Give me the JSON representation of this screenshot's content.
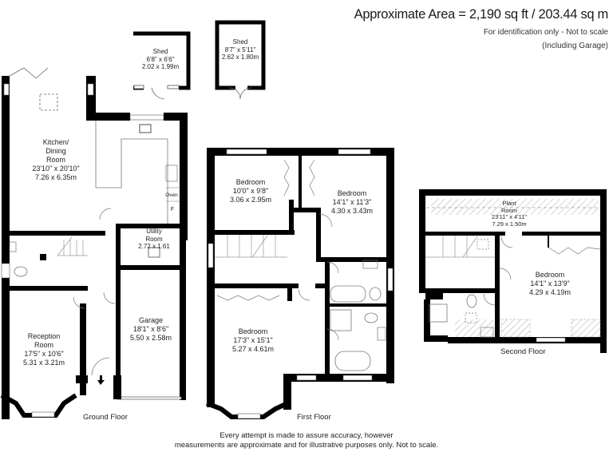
{
  "header": {
    "approximate_area": "Approximate Area = 2,190 sq ft / 203.44 sq m",
    "identification_note": "For identification only - Not to scale",
    "including_note": "(Including Garage)"
  },
  "floors": {
    "ground": {
      "label": "Ground Floor",
      "rooms": {
        "shed1": {
          "name": "Shed",
          "imperial": "6'8\" x 6'6\"",
          "metric": "2.02 x 1.99m"
        },
        "kitchen": {
          "name_line1": "Kitchen/",
          "name_line2": "Dining",
          "name_line3": "Room",
          "imperial": "23'10\" x 20'10\"",
          "metric": "7.26 x 6.35m"
        },
        "utility": {
          "name_line1": "Utility",
          "name_line2": "Room",
          "metric": "2.72 x 1.61"
        },
        "reception": {
          "name_line1": "Reception",
          "name_line2": "Room",
          "imperial": "17'5\" x 10'6\"",
          "metric": "5.31 x 3.21m"
        },
        "garage": {
          "name": "Garage",
          "imperial": "18'1\" x 8'6\"",
          "metric": "5.50 x 2.58m"
        },
        "oven_label": "Oven",
        "fridge_label": "F"
      }
    },
    "first": {
      "label": "First Floor",
      "rooms": {
        "shed2": {
          "name": "Shed",
          "imperial": "8'7\" x 5'11\"",
          "metric": "2.62 x 1.80m"
        },
        "bedroom1": {
          "name": "Bedroom",
          "imperial": "10'0\" x 9'8\"",
          "metric": "3.06 x 2.95m"
        },
        "bedroom2": {
          "name": "Bedroom",
          "imperial": "14'1\" x 11'3\"",
          "metric": "4.30 x 3.43m"
        },
        "bedroom3": {
          "name": "Bedroom",
          "imperial": "17'3\" x 15'1\"",
          "metric": "5.27 x 4.61m"
        }
      }
    },
    "second": {
      "label": "Second Floor",
      "rooms": {
        "plant": {
          "name_line1": "Plant",
          "name_line2": "Room",
          "imperial": "23'11\" x 4'11\"",
          "metric": "7.29 x 1.50m"
        },
        "bedroom4": {
          "name": "Bedroom",
          "imperial": "14'1\" x 13'9\"",
          "metric": "4.29 x 4.19m"
        }
      }
    }
  },
  "footer": {
    "line1": "Every attempt is made to assure accuracy, however",
    "line2": "measurements are approximate and for illustrative purposes only. Not to scale."
  },
  "colors": {
    "wall": "#000000",
    "line": "#555555",
    "hatch": "#999999",
    "text": "#222222"
  }
}
